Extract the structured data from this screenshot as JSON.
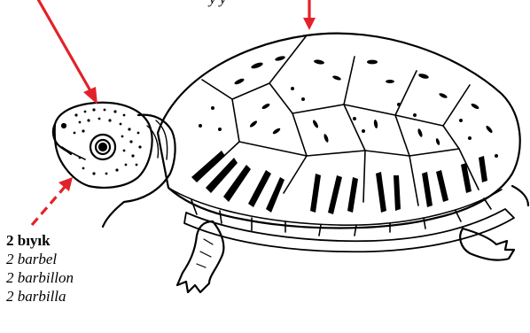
{
  "top_partial_text": "y                  y",
  "label": {
    "title": "2 bıyık",
    "terms": [
      "2  barbel",
      "2  barbillon",
      "2  barbilla"
    ]
  },
  "colors": {
    "arrow": "#e2222a",
    "ink": "#000000",
    "background": "#ffffff"
  }
}
